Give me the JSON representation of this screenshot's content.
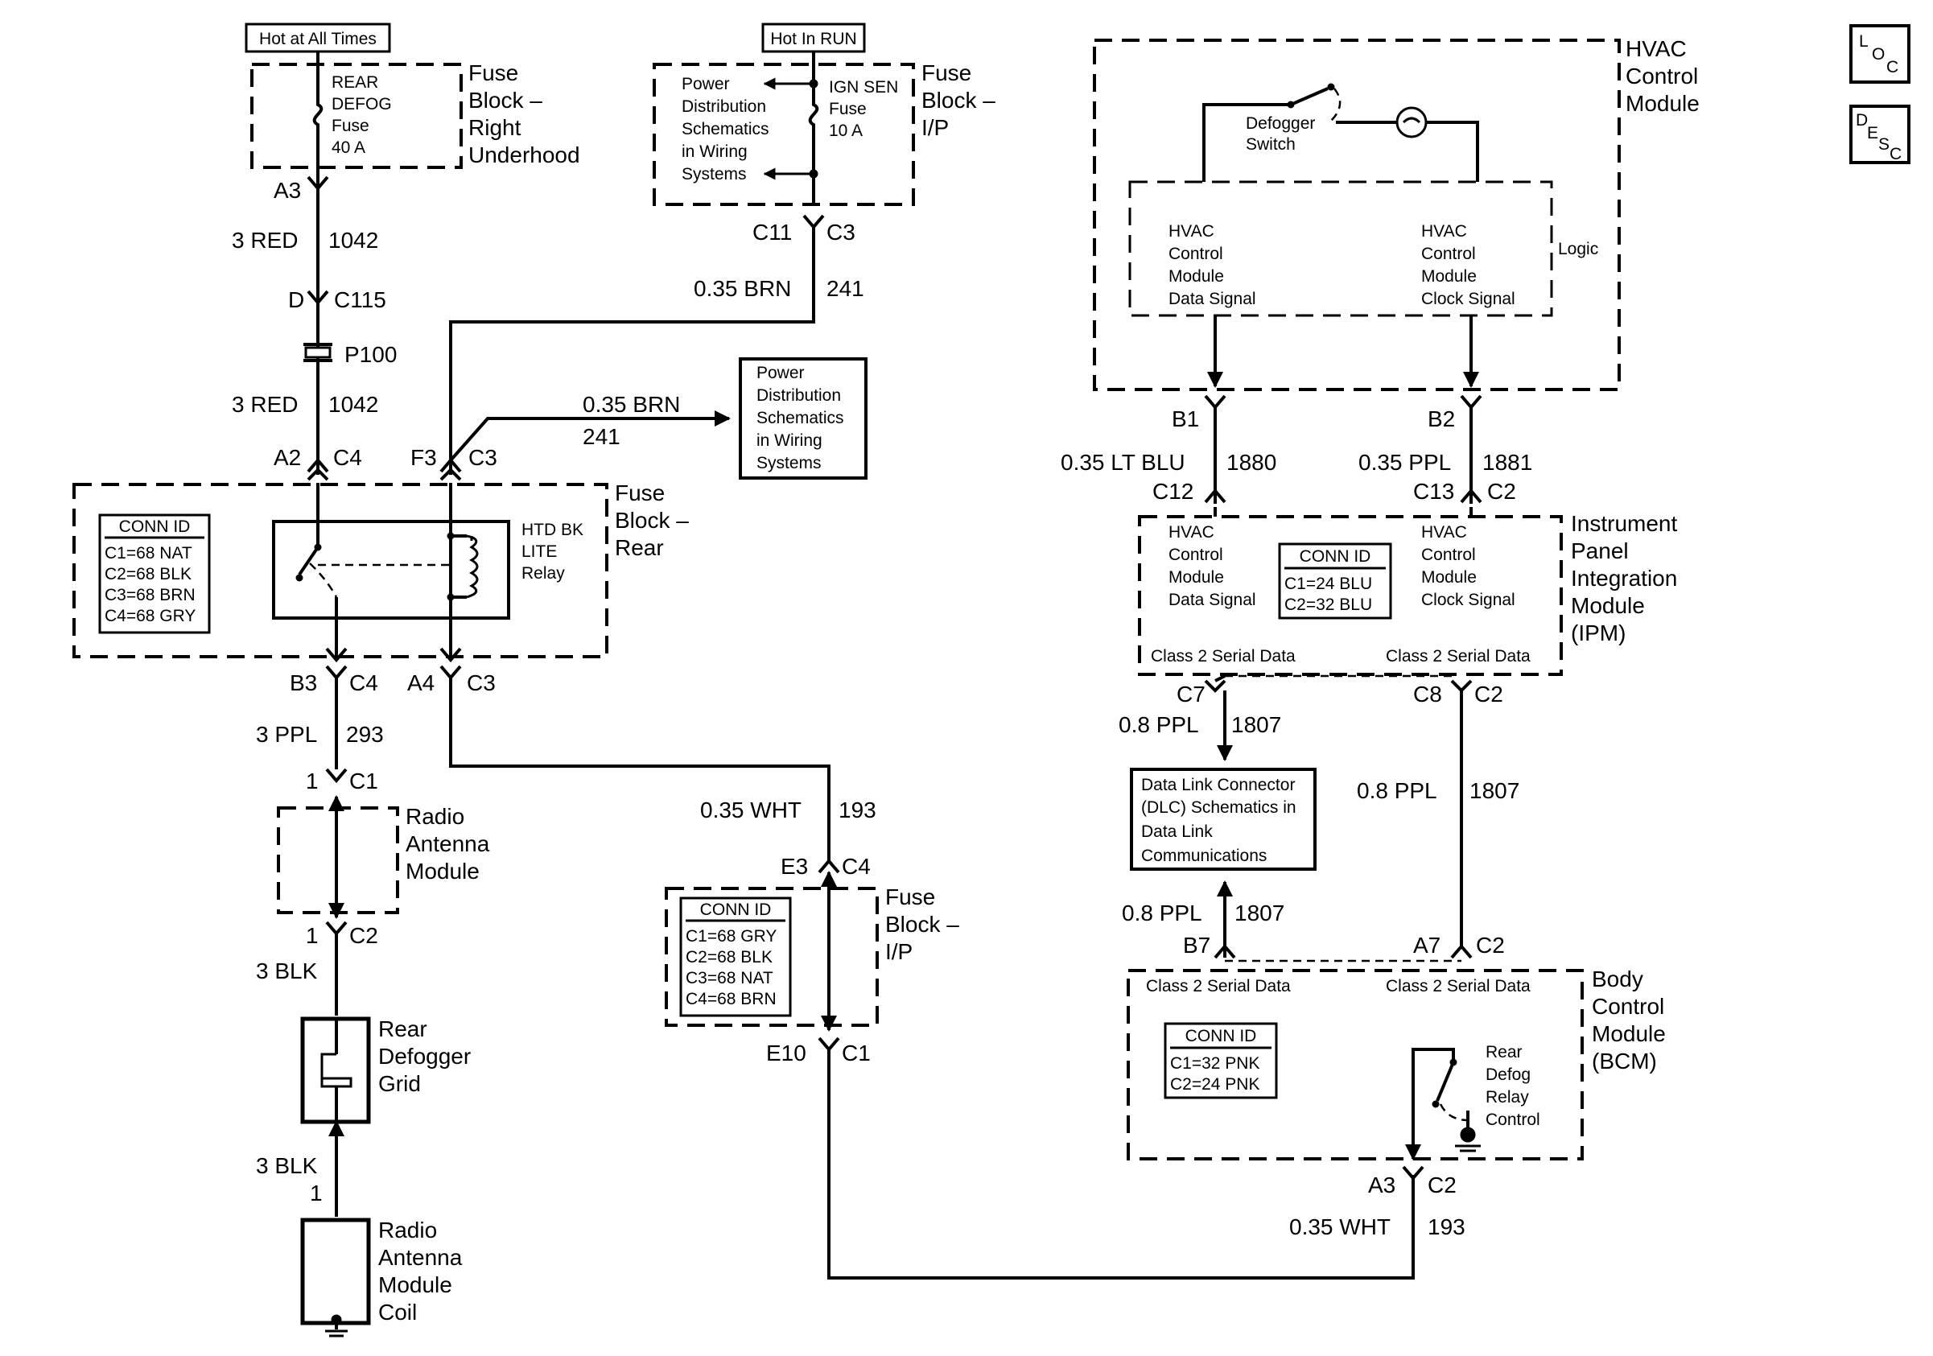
{
  "headers": {
    "hot_at_all_times": "Hot at All Times",
    "hot_in_run": "Hot In RUN"
  },
  "icons": {
    "loc": [
      "L",
      "O",
      "C"
    ],
    "desc": [
      "D",
      "E",
      "S",
      "C"
    ]
  },
  "fuse_block_right_underhood": {
    "title": [
      "Fuse",
      "Block –",
      "Right",
      "Underhood"
    ],
    "fuse_label": [
      "REAR",
      "DEFOG",
      "Fuse",
      "40 A"
    ]
  },
  "fuse_block_ip_top": {
    "title": [
      "Fuse",
      "Block –",
      "I/P"
    ],
    "fuse_label": [
      "IGN SEN",
      "Fuse",
      "10 A"
    ],
    "power_ref": [
      "Power",
      "Distribution",
      "Schematics",
      "in Wiring",
      "Systems"
    ]
  },
  "fuse_block_rear": {
    "title": [
      "Fuse",
      "Block –",
      "Rear"
    ],
    "conn_id_title": "CONN ID",
    "conn_ids": [
      "C1=68 NAT",
      "C2=68 BLK",
      "C3=68 BRN",
      "C4=68 GRY"
    ],
    "relay_label": [
      "HTD BK",
      "LITE",
      "Relay"
    ]
  },
  "power_distribution_ref": [
    "Power",
    "Distribution",
    "Schematics",
    "in Wiring",
    "Systems"
  ],
  "radio_antenna_module": [
    "Radio",
    "Antenna",
    "Module"
  ],
  "rear_defogger_grid": [
    "Rear",
    "Defogger",
    "Grid"
  ],
  "radio_antenna_module_coil": [
    "Radio",
    "Antenna",
    "Module",
    "Coil"
  ],
  "fuse_block_ip_bottom": {
    "title": [
      "Fuse",
      "Block –",
      "I/P"
    ],
    "conn_id_title": "CONN ID",
    "conn_ids": [
      "C1=68 GRY",
      "C2=68 BLK",
      "C3=68 NAT",
      "C4=68 BRN"
    ]
  },
  "hvac_control_module": {
    "title": [
      "HVAC",
      "Control",
      "Module"
    ],
    "switch_label": [
      "Defogger",
      "Switch"
    ],
    "data_signal": [
      "HVAC",
      "Control",
      "Module",
      "Data Signal"
    ],
    "clock_signal": [
      "HVAC",
      "Control",
      "Module",
      "Clock Signal"
    ],
    "logic": "Logic"
  },
  "ipm": {
    "title": [
      "Instrument",
      "Panel",
      "Integration",
      "Module",
      "(IPM)"
    ],
    "data_signal": [
      "HVAC",
      "Control",
      "Module",
      "Data Signal"
    ],
    "clock_signal": [
      "HVAC",
      "Control",
      "Module",
      "Clock Signal"
    ],
    "conn_id_title": "CONN ID",
    "conn_ids": [
      "C1=24 BLU",
      "C2=32 BLU"
    ],
    "serial_left": "Class 2 Serial Data",
    "serial_right": "Class 2 Serial Data"
  },
  "dlc_ref": [
    "Data Link Connector",
    "(DLC) Schematics in",
    "Data Link",
    "Communications"
  ],
  "bcm": {
    "title": [
      "Body",
      "Control",
      "Module",
      "(BCM)"
    ],
    "serial_left": "Class 2 Serial Data",
    "serial_right": "Class 2 Serial Data",
    "conn_id_title": "CONN ID",
    "conn_ids": [
      "C1=32 PNK",
      "C2=24 PNK"
    ],
    "relay_control": [
      "Rear",
      "Defog",
      "Relay",
      "Control"
    ]
  },
  "connector_labels": {
    "a3_top": "A3",
    "d": "D",
    "c115": "C115",
    "p100": "P100",
    "a2": "A2",
    "c4_a2": "C4",
    "f3": "F3",
    "c3_f3": "C3",
    "c11": "C11",
    "c3_c11": "C3",
    "b3": "B3",
    "c4_b3": "C4",
    "a4": "A4",
    "c3_a4": "C3",
    "n1_c1": "1",
    "c1_ram": "C1",
    "n1_c2": "1",
    "c2_ram": "C2",
    "n1_coil": "1",
    "e3": "E3",
    "c4_e3": "C4",
    "e10": "E10",
    "c1_e10": "C1",
    "b1": "B1",
    "b2": "B2",
    "c12": "C12",
    "c13": "C13",
    "c2_c13": "C2",
    "c7": "C7",
    "c8": "C8",
    "c2_c8": "C2",
    "b7": "B7",
    "a7": "A7",
    "c2_a7": "C2",
    "a3_bcm": "A3",
    "c2_a3": "C2"
  },
  "wire_labels": {
    "w1042_a": {
      "gauge": "3 RED",
      "circuit": "1042"
    },
    "w1042_b": {
      "gauge": "3 RED",
      "circuit": "1042"
    },
    "w241_a": {
      "gauge": "0.35 BRN",
      "circuit": "241"
    },
    "w241_b": {
      "gauge": "0.35 BRN",
      "circuit": "241"
    },
    "w293": {
      "gauge": "3 PPL",
      "circuit": "293"
    },
    "w_blk_a": {
      "gauge": "3 BLK"
    },
    "w_blk_b": {
      "gauge": "3 BLK"
    },
    "w193_a": {
      "gauge": "0.35 WHT",
      "circuit": "193"
    },
    "w193_b": {
      "gauge": "0.35 WHT",
      "circuit": "193"
    },
    "w1880": {
      "gauge": "0.35 LT BLU",
      "circuit": "1880"
    },
    "w1881": {
      "gauge": "0.35 PPL",
      "circuit": "1881"
    },
    "w1807_a": {
      "gauge": "0.8 PPL",
      "circuit": "1807"
    },
    "w1807_b": {
      "gauge": "0.8 PPL",
      "circuit": "1807"
    },
    "w1807_c": {
      "gauge": "0.8 PPL",
      "circuit": "1807"
    }
  }
}
